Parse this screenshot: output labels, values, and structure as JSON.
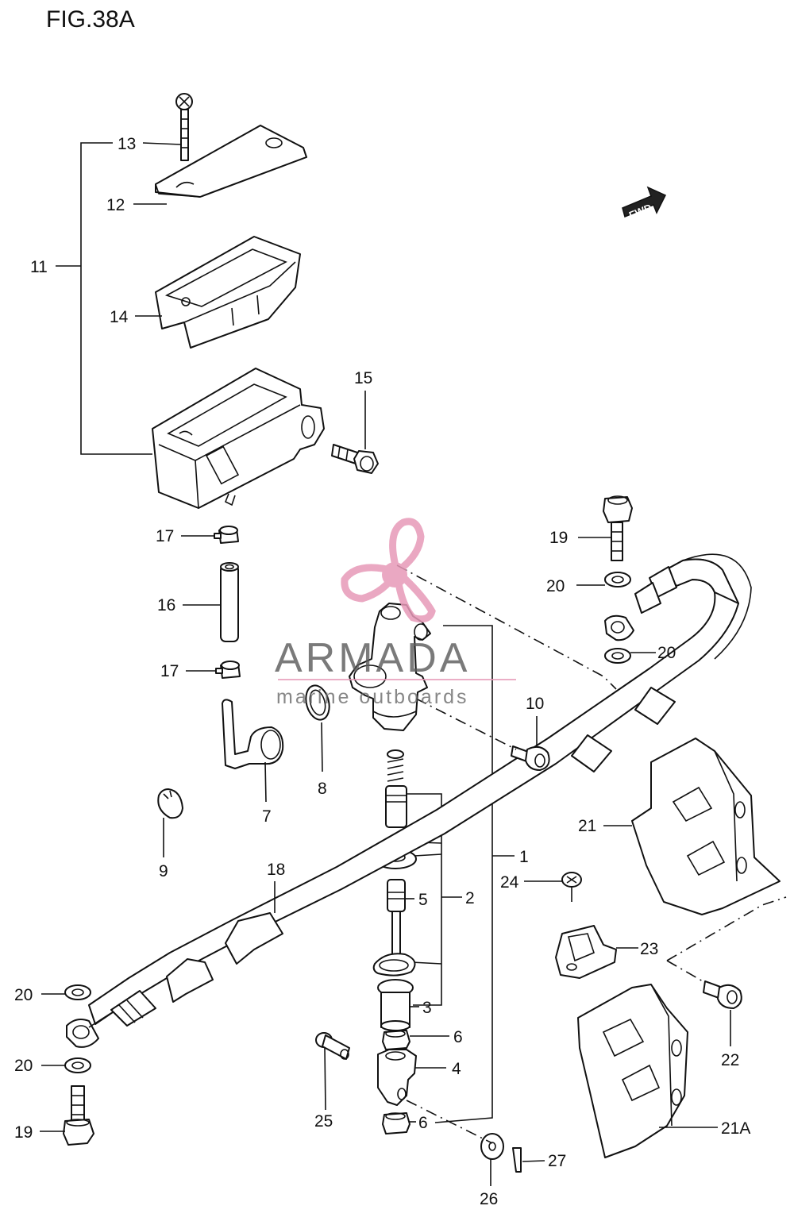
{
  "figure_title": "FIG.38A",
  "fwd_label": "FWD",
  "watermark": {
    "brand": "ARMADA",
    "tagline": "marine outboards",
    "logo_color": "#e79ab8",
    "text_color": "#5a5a5a"
  },
  "labels": {
    "p1": "1",
    "p2": "2",
    "p3": "3",
    "p4": "4",
    "p5": "5",
    "p6a": "6",
    "p6b": "6",
    "p7": "7",
    "p8": "8",
    "p9": "9",
    "p10": "10",
    "p11": "11",
    "p12": "12",
    "p13": "13",
    "p14": "14",
    "p15": "15",
    "p16": "16",
    "p17a": "17",
    "p17b": "17",
    "p18": "18",
    "p19a": "19",
    "p19b": "19",
    "p20a": "20",
    "p20b": "20",
    "p20c": "20",
    "p20d": "20",
    "p21": "21",
    "p21a": "21A",
    "p22": "22",
    "p23": "23",
    "p24": "24",
    "p25": "25",
    "p26": "26",
    "p27": "27"
  }
}
